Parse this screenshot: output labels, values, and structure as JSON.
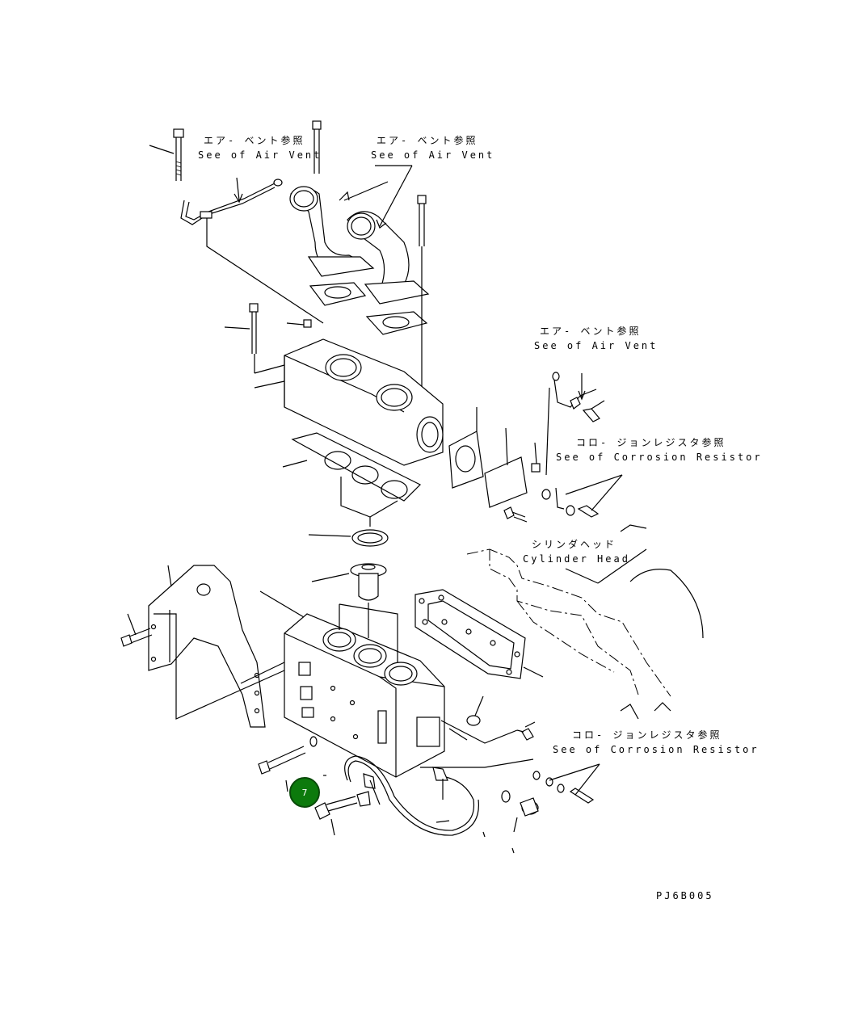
{
  "labels": {
    "air_vent_1_jp": "エア- ベント参照",
    "air_vent_1_en": "See of Air Vent",
    "air_vent_2_jp": "エア- ベント参照",
    "air_vent_2_en": "See of Air Vent",
    "air_vent_3_jp": "エア- ベント参照",
    "air_vent_3_en": "See of Air Vent",
    "corrosion_1_jp": "コロ- ジョンレジスタ参照",
    "corrosion_1_en": "See of Corrosion Resistor",
    "corrosion_2_jp": "コロ- ジョンレジスタ参照",
    "corrosion_2_en": "See of Corrosion Resistor",
    "cylinder_head_jp": "シリンダヘッド",
    "cylinder_head_en": "Cylinder Head"
  },
  "callout": {
    "number": "7",
    "color": "#0c7a0c"
  },
  "drawing_code": "PJ6B005"
}
